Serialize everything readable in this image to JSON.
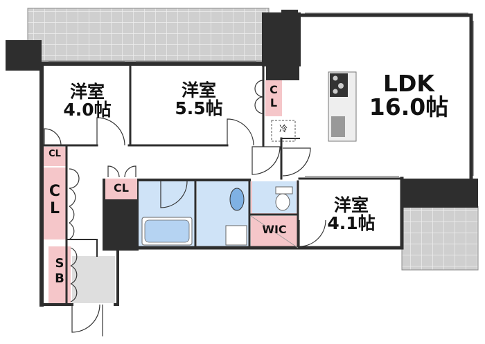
{
  "rooms": {
    "ldk": {
      "name": "LDK",
      "size": "16.0帖"
    },
    "western1": {
      "name": "洋室",
      "size": "4.0帖"
    },
    "western2": {
      "name": "洋室",
      "size": "5.5帖"
    },
    "western3": {
      "name": "洋室",
      "size": "4.1帖"
    }
  },
  "storage": {
    "cl_top": "C\nL",
    "cl_small_left": "CL",
    "cl_left": "C\nL",
    "cl_hall": "CL",
    "sb": "S\nB",
    "wic": "WIC",
    "fridge": "冷"
  },
  "colors": {
    "wall": "#2e2e2e",
    "balcony": "#cfcfcf",
    "storage": "#f5c6c9",
    "bath": "#cfe3f7",
    "entrance": "#dedede",
    "room": "#ffffff"
  }
}
